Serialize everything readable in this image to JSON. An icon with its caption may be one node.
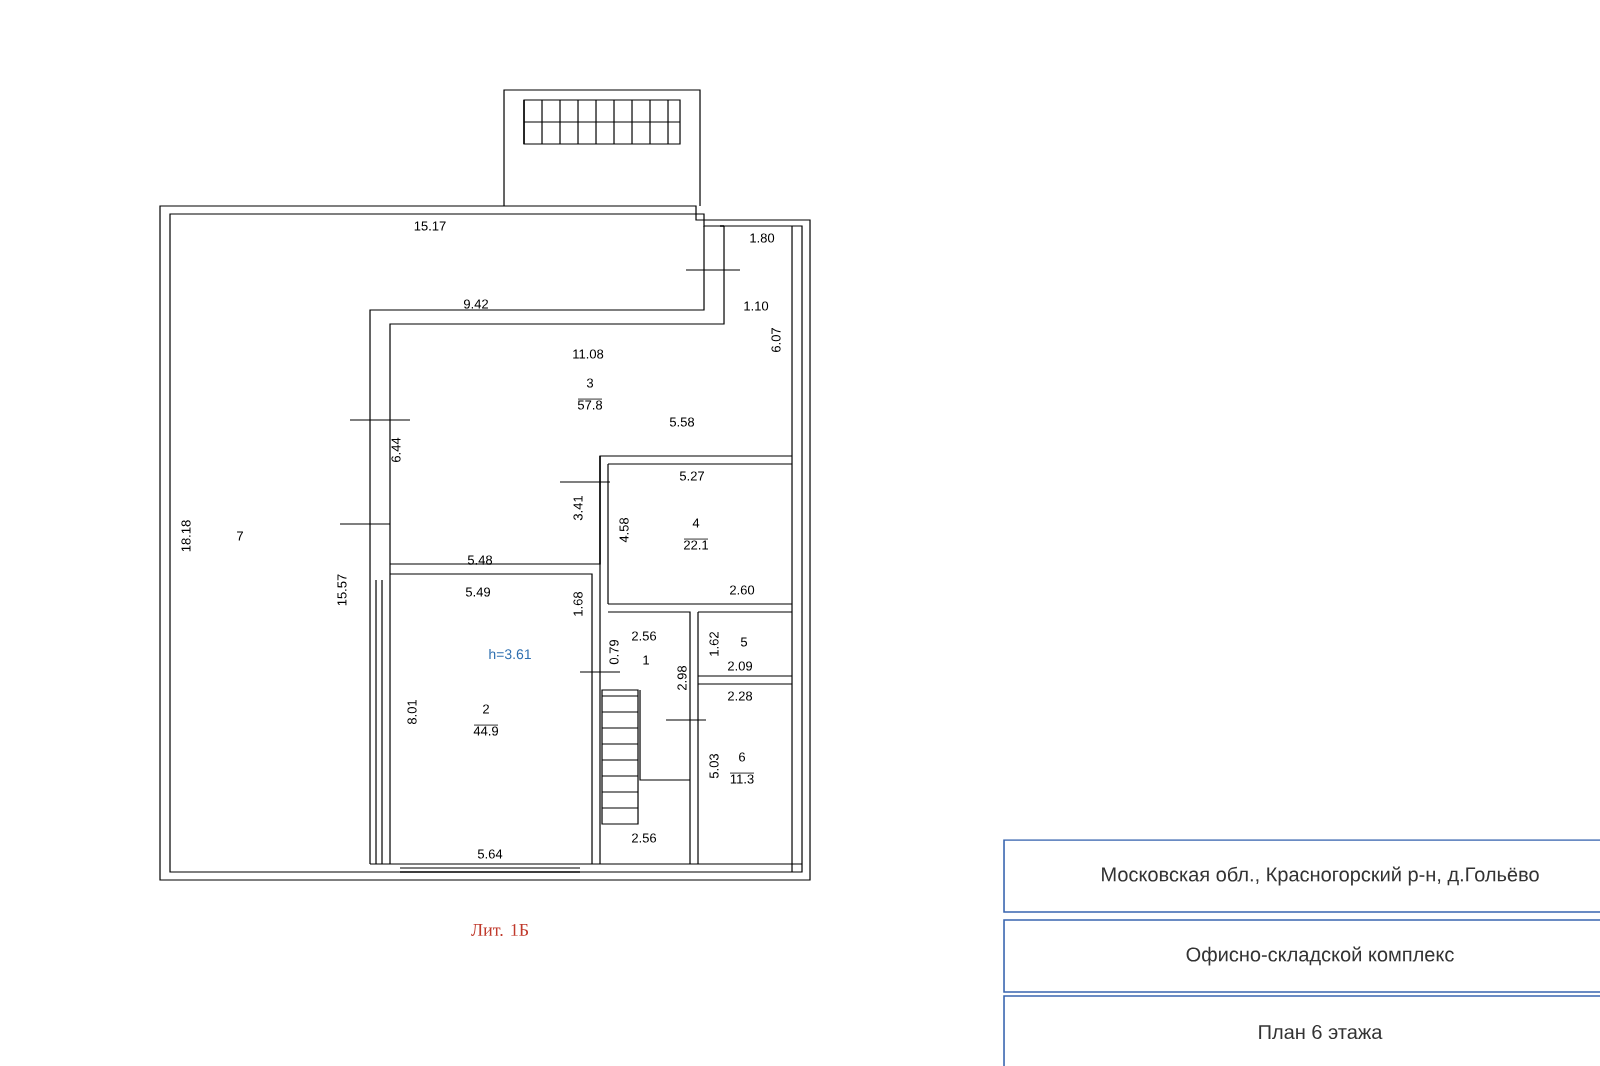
{
  "diagram": {
    "nodes": [
      {
        "text": [
          "7"
        ]
      },
      {
        "text": [
          "3",
          "57.8"
        ]
      },
      {
        "text": [
          "4",
          "22.1"
        ]
      },
      {
        "text": [
          "2",
          "44.9"
        ]
      },
      {
        "text": [
          "1"
        ]
      },
      {
        "text": [
          "5"
        ]
      },
      {
        "text": [
          "6",
          "11.3"
        ]
      },
      {
        "text": [
          "Московская обл., Красногорский р-н, д.Гольёво"
        ]
      },
      {
        "text": [
          "Офисно-складской комплекс"
        ]
      },
      {
        "text": [
          "План 6 этажа"
        ]
      }
    ],
    "labels": [
      "15.17",
      "1.80",
      "9.42",
      "1.10",
      "6.07",
      "11.08",
      "6.44",
      "5.58",
      "5.27",
      "3.41",
      "4.58",
      "18.18",
      "15.57",
      "5.48",
      "5.49",
      "1.68",
      "2.60",
      "2.56",
      "0.79",
      "h=3.61",
      "1.62",
      "2.09",
      "2.98",
      "2.28",
      "8.01",
      "5.03",
      "5.64",
      "2.56",
      "Лит. 1Б"
    ]
  }
}
